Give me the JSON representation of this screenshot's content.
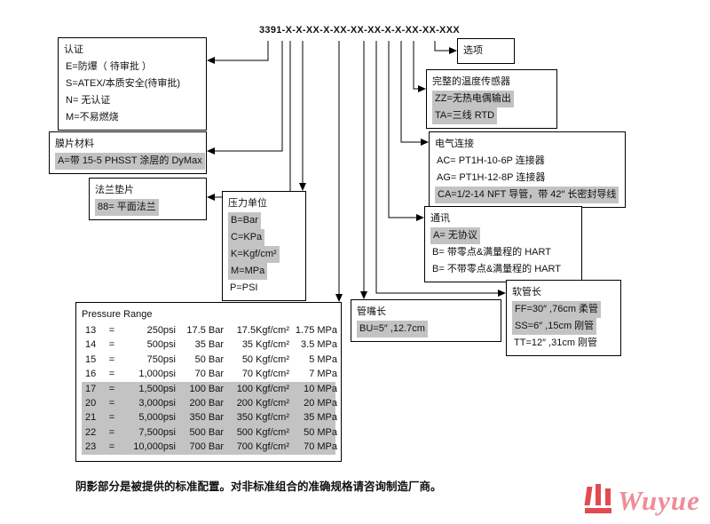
{
  "model_number": "3391-X-X-XX-X-XX-XX-XX-X-X-XX-XX-XXX",
  "boxes": {
    "options": {
      "title": "选项",
      "items": []
    },
    "cert": {
      "title": "认证",
      "items": [
        {
          "text": "E=防爆（ 待审批 ）",
          "shaded": false
        },
        {
          "text": "S=ATEX/本质安全(待审批)",
          "shaded": false
        },
        {
          "text": "N= 无认证",
          "shaded": false
        },
        {
          "text": "M=不易燃烧",
          "shaded": false
        }
      ]
    },
    "diaphragm": {
      "title": "膜片材料",
      "items": [
        {
          "text": "A=带 15-5 PHSST 涂层的 DyMax",
          "shaded": true
        }
      ]
    },
    "flange": {
      "title": "法兰垫片",
      "items": [
        {
          "text": "88= 平面法兰",
          "shaded": true
        }
      ]
    },
    "pressure_unit": {
      "title": "压力单位",
      "items": [
        {
          "text": "B=Bar",
          "shaded": true
        },
        {
          "text": "C=KPa",
          "shaded": true
        },
        {
          "text": "K=Kgf/cm²",
          "shaded": true
        },
        {
          "text": "M=MPa",
          "shaded": true
        },
        {
          "text": "P=PSI",
          "shaded": false
        }
      ]
    },
    "temp_sensor": {
      "title": "完整的温度传感器",
      "items": [
        {
          "text": "ZZ=无热电偶输出",
          "shaded": true
        },
        {
          "text": "TA=三线 RTD",
          "shaded": true
        }
      ]
    },
    "electrical": {
      "title": "电气连接",
      "items": [
        {
          "text": "AC= PT1H-10-6P 连接器",
          "shaded": false
        },
        {
          "text": "AG= PT1H-12-8P 连接器",
          "shaded": false
        },
        {
          "text": "CA=1/2-14 NFT 导管，带 42″ 长密封导线",
          "shaded": true
        }
      ]
    },
    "comm": {
      "title": "通讯",
      "items": [
        {
          "text": "A= 无协议",
          "shaded": true
        },
        {
          "text": "B= 带零点&满量程的 HART",
          "shaded": false
        },
        {
          "text": "B= 不带零点&满量程的 HART",
          "shaded": false
        }
      ]
    },
    "hose": {
      "title": "软管长",
      "items": [
        {
          "text": "FF=30″ ,76cm 柔管",
          "shaded": true
        },
        {
          "text": "SS=6″ ,15cm 刚管",
          "shaded": true
        },
        {
          "text": "TT=12″ ,31cm 刚管",
          "shaded": false
        }
      ]
    },
    "nozzle": {
      "title": "管嘴长",
      "items": [
        {
          "text": "BU=5″ ,12.7cm",
          "shaded": true
        }
      ]
    }
  },
  "pressure_table": {
    "title": "Pressure Range",
    "rows": [
      {
        "shaded": false,
        "cells": [
          "13",
          "=",
          "250psi",
          "17.5 Bar",
          "17.5Kgf/cm²",
          "1.75 MPa"
        ]
      },
      {
        "shaded": false,
        "cells": [
          "14",
          "=",
          "500psi",
          "35 Bar",
          "35 Kgf/cm²",
          "3.5 MPa"
        ]
      },
      {
        "shaded": false,
        "cells": [
          "15",
          "=",
          "750psi",
          "50 Bar",
          "50 Kgf/cm²",
          "5 MPa"
        ]
      },
      {
        "shaded": false,
        "cells": [
          "16",
          "=",
          "1,000psi",
          "70 Bar",
          "70 Kgf/cm²",
          "7 MPa"
        ]
      },
      {
        "shaded": true,
        "cells": [
          "17",
          "=",
          "1,500psi",
          "100 Bar",
          "100 Kgf/cm²",
          "10 MPa"
        ]
      },
      {
        "shaded": true,
        "cells": [
          "20",
          "=",
          "3,000psi",
          "200 Bar",
          "200 Kgf/cm²",
          "20 MPa"
        ]
      },
      {
        "shaded": true,
        "cells": [
          "21",
          "=",
          "5,000psi",
          "350 Bar",
          "350 Kgf/cm²",
          "35 MPa"
        ]
      },
      {
        "shaded": true,
        "cells": [
          "22",
          "=",
          "7,500psi",
          "500 Bar",
          "500 Kgf/cm²",
          "50 MPa"
        ]
      },
      {
        "shaded": true,
        "cells": [
          "23",
          "=",
          "10,000psi",
          "700 Bar",
          "700 Kgf/cm²",
          "70 MPa"
        ]
      }
    ]
  },
  "footnote": "阴影部分是被提供的标准配置。对非标准组合的准确规格请咨询制造厂商。",
  "logo": {
    "text": "Wuyue"
  },
  "colors": {
    "shade": "#c3c3c3",
    "line": "#000000",
    "logo_icon": "#e24a50",
    "logo_text": "#ee8d99"
  }
}
